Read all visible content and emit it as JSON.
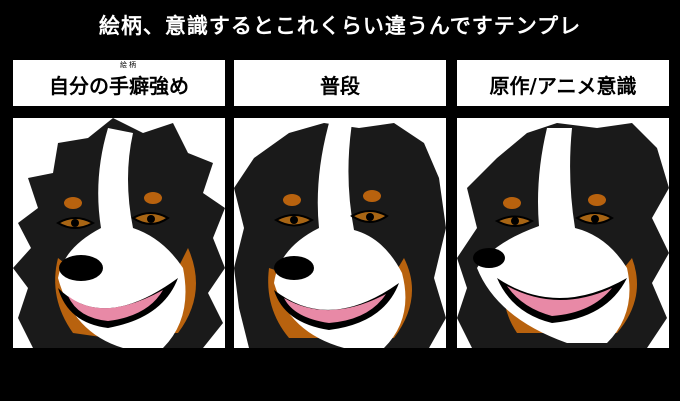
{
  "title": "絵柄、意識するとこれくらい違うんですテンプレ",
  "panels": [
    {
      "label_pre": "自分の",
      "label_ruby_base": "手癖",
      "label_ruby": "絵柄",
      "label_post": "強め",
      "variant": "strong"
    },
    {
      "label": "普段",
      "variant": "normal"
    },
    {
      "label": "原作/アニメ意識",
      "variant": "anime"
    }
  ],
  "colors": {
    "background": "#000000",
    "panel": "#ffffff",
    "fur_black": "#1a1a1a",
    "fur_white": "#ffffff",
    "tan": "#b8620e",
    "mouth": "#e889a6",
    "eye": "#a86514"
  }
}
